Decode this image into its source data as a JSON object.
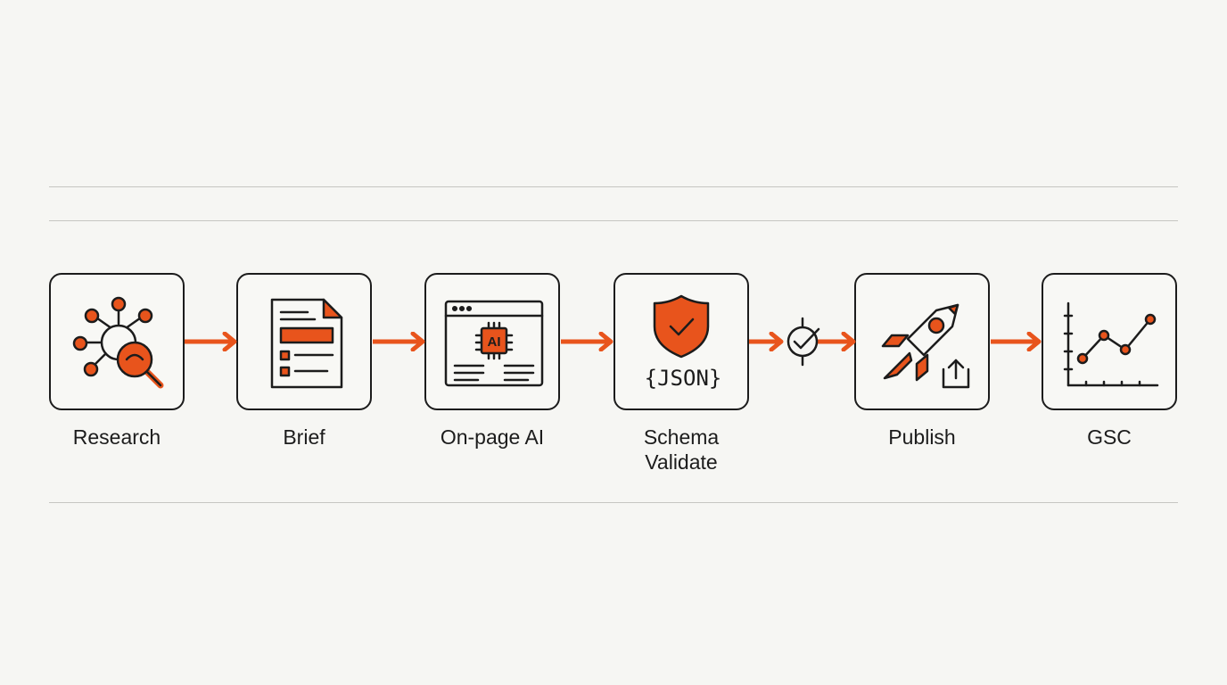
{
  "colors": {
    "accent": "#e8541c",
    "ink": "#1c1c1c",
    "background": "#f6f6f3",
    "rule": "#c6c6c2"
  },
  "steps": [
    {
      "label": "Research",
      "icon": "research-network-magnifier-icon"
    },
    {
      "label": "Brief",
      "icon": "document-brief-icon"
    },
    {
      "label": "On-page AI",
      "icon": "browser-ai-chip-icon"
    },
    {
      "label_line1": "Schema",
      "label_line2": "Validate",
      "icon": "shield-check-icon",
      "icon_text": "{JSON}"
    },
    {
      "label": "Publish",
      "icon": "rocket-upload-icon"
    },
    {
      "label": "GSC",
      "icon": "line-chart-icon"
    }
  ],
  "chip_text": "AI",
  "checkpoint_icon": "checkpoint-check-icon"
}
